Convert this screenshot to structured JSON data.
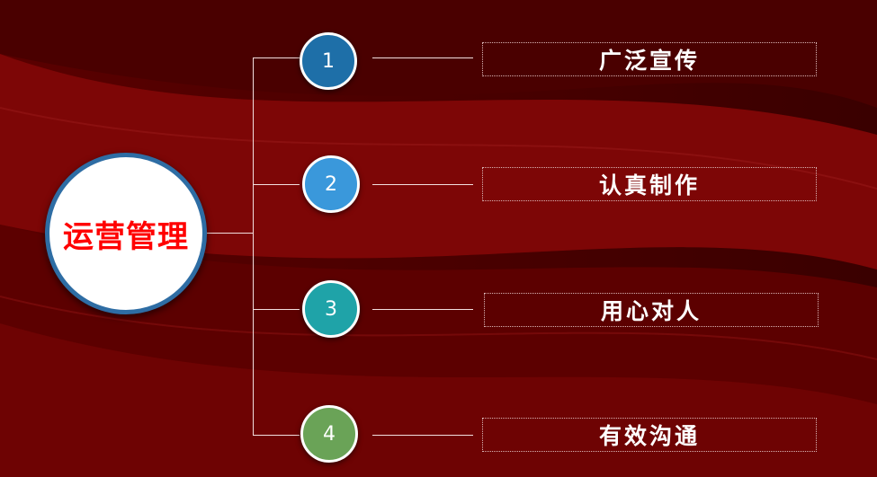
{
  "hub": {
    "label": "运营管理",
    "label_color": "#ff0000",
    "ring_color": "#2e6da4"
  },
  "items": [
    {
      "number": "1",
      "label": "广泛宣传",
      "color": "#1e6fa8"
    },
    {
      "number": "2",
      "label": "认真制作",
      "color": "#3a98db"
    },
    {
      "number": "3",
      "label": "用心对人",
      "color": "#1fa3a8"
    },
    {
      "number": "4",
      "label": "有效沟通",
      "color": "#6aa357"
    }
  ],
  "background_color": "#6b0000"
}
